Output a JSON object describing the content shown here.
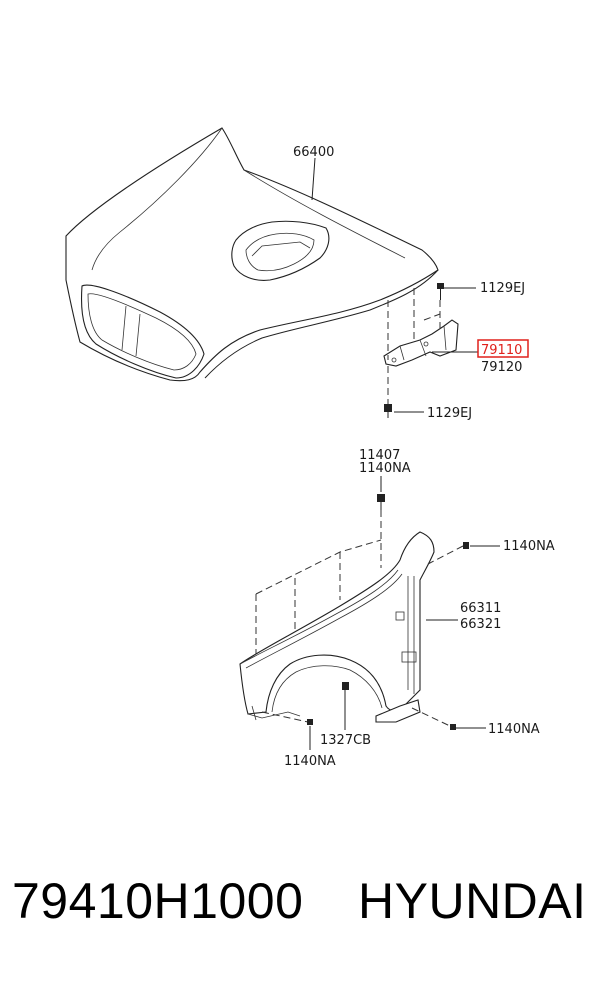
{
  "diagram": {
    "labels": {
      "hood": "66400",
      "hinge_bolt_top": "1129EJ",
      "hinge_lh": "79110",
      "hinge_rh": "79120",
      "hinge_bolt_bottom": "1129EJ",
      "fender_bolt_a": "11407",
      "fender_bolt_b": "1140NA",
      "fender_screw_right": "1140NA",
      "fender_lh": "66311",
      "fender_rh": "66321",
      "clip": "1327CB",
      "fender_screw_bottom_left": "1140NA",
      "fender_screw_bottom_right": "1140NA"
    },
    "highlight_color": "#e0201b"
  },
  "footer": {
    "part_number": "79410H1000",
    "brand": "HYUNDAI"
  }
}
